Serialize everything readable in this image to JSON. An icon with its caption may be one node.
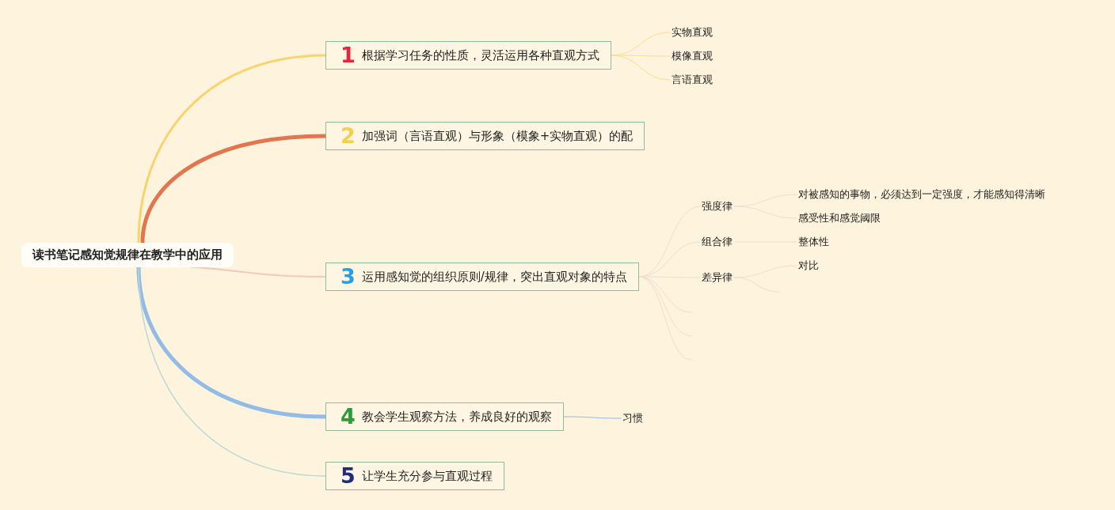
{
  "diagram": {
    "nodes": [
      {
        "text": [
          "读书笔记感知觉规律在教学中的应用"
        ]
      },
      {
        "text": [
          "1",
          "根据学习任务的性质，灵活运用各种直观方式"
        ]
      },
      {
        "text": [
          "实物直观"
        ]
      },
      {
        "text": [
          "模像直观"
        ]
      },
      {
        "text": [
          "言语直观"
        ]
      },
      {
        "text": [
          "2",
          "加强词（言语直观）与形象（模象+实物直观）的配"
        ]
      },
      {
        "text": [
          "3",
          "运用感知觉的组织原则/规律，突出直观对象的特点"
        ]
      },
      {
        "text": [
          "强度律"
        ]
      },
      {
        "text": [
          "对被感知的事物，必须达到一定强度，才能感知得清晰"
        ]
      },
      {
        "text": [
          "感受性和感觉阈限"
        ]
      },
      {
        "text": [
          "组合律"
        ]
      },
      {
        "text": [
          "整体性"
        ]
      },
      {
        "text": [
          "差异律"
        ]
      },
      {
        "text": [
          "对比"
        ]
      },
      {
        "text": [
          "4",
          "教会学生观察方法，养成良好的观察"
        ]
      },
      {
        "text": [
          "习惯"
        ]
      },
      {
        "text": [
          "5",
          "让学生充分参与直观过程"
        ]
      }
    ],
    "edges": [
      {
        "from": 0,
        "to": 1,
        "arrow": "none",
        "color": "#f7d46e"
      },
      {
        "from": 0,
        "to": 5,
        "arrow": "none",
        "style": "thick",
        "color": "#e2774f"
      },
      {
        "from": 0,
        "to": 6,
        "arrow": "none",
        "color": "#f5c9be"
      },
      {
        "from": 0,
        "to": 14,
        "arrow": "none",
        "style": "thick",
        "color": "#92bbe6"
      },
      {
        "from": 0,
        "to": 16,
        "arrow": "none",
        "color": "#bcd9d3"
      },
      {
        "from": 1,
        "to": 2,
        "arrow": "none",
        "color": "#f8dd95"
      },
      {
        "from": 1,
        "to": 3,
        "arrow": "none",
        "color": "#f8dd95"
      },
      {
        "from": 1,
        "to": 4,
        "arrow": "none",
        "color": "#f8dd95"
      },
      {
        "from": 6,
        "to": 7,
        "arrow": "none",
        "color": "#f3dccf"
      },
      {
        "from": 6,
        "to": 10,
        "arrow": "none",
        "color": "#f3dccf"
      },
      {
        "from": 6,
        "to": 12,
        "arrow": "none",
        "color": "#f3dccf"
      },
      {
        "from": 6,
        "to": null,
        "arrow": "none",
        "color": "#f3dccf"
      },
      {
        "from": 6,
        "to": null,
        "arrow": "none",
        "color": "#f3dccf"
      },
      {
        "from": 6,
        "to": null,
        "arrow": "none",
        "color": "#f3dccf"
      },
      {
        "from": 7,
        "to": 8,
        "arrow": "none",
        "color": "#f3dccf"
      },
      {
        "from": 7,
        "to": 9,
        "arrow": "none",
        "color": "#f3dccf"
      },
      {
        "from": 10,
        "to": 11,
        "arrow": "none",
        "color": "#f3dccf"
      },
      {
        "from": 12,
        "to": 13,
        "arrow": "none",
        "color": "#f3dccf"
      },
      {
        "from": 12,
        "to": null,
        "arrow": "none",
        "color": "#f3dccf"
      },
      {
        "from": 14,
        "to": 15,
        "arrow": "none",
        "color": "#92bbe6"
      }
    ]
  }
}
